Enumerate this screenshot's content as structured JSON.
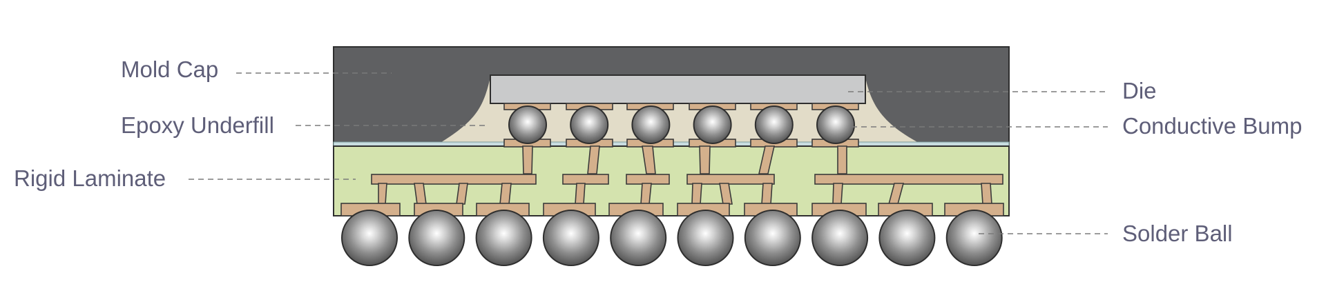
{
  "diagram": {
    "labels": {
      "mold_cap": "Mold Cap",
      "epoxy_underfill": "Epoxy Underfill",
      "rigid_laminate": "Rigid Laminate",
      "die": "Die",
      "conductive_bump": "Conductive Bump",
      "solder_ball": "Solder Ball"
    },
    "counts": {
      "conductive_bumps": 6,
      "solder_balls": 10
    },
    "colors": {
      "mold_cap": "#5f6062",
      "die": "#c9cacb",
      "underfill": "#e2dcc8",
      "laminate": "#d4e3ae",
      "copper": "#d4b08c",
      "label_text": "#5e5e78",
      "leader_line": "#7a7a7a"
    }
  }
}
